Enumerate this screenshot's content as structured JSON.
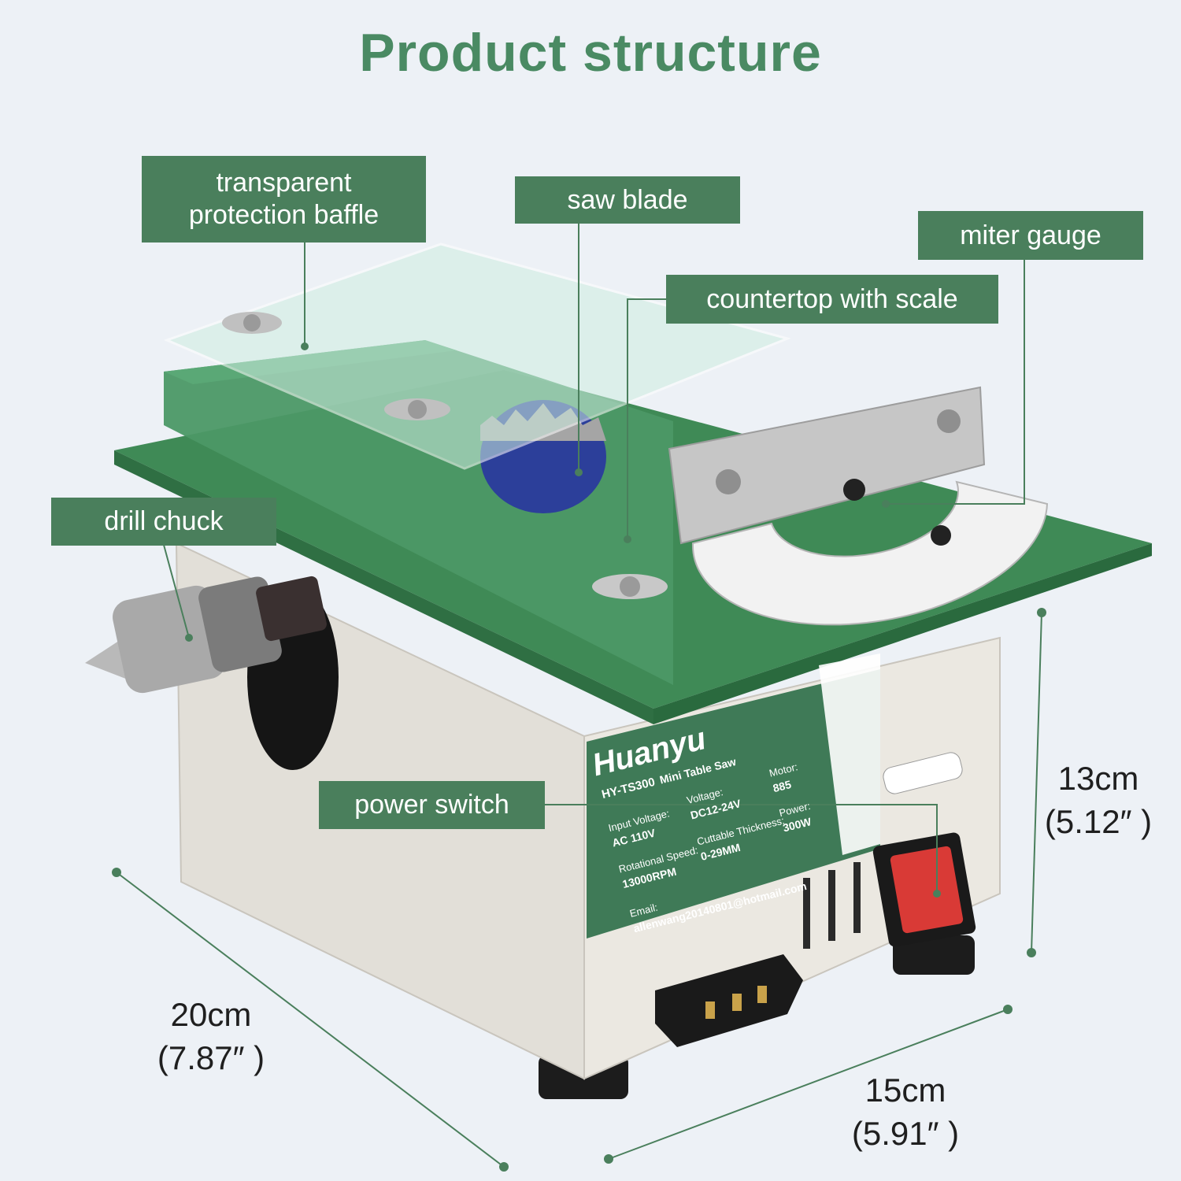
{
  "title": "Product structure",
  "callouts": {
    "baffle": "transparent\nprotection baffle",
    "saw_blade": "saw blade",
    "miter_gauge": "miter gauge",
    "countertop": "countertop with scale",
    "drill_chuck": "drill chuck",
    "power_switch": "power switch"
  },
  "dimensions": {
    "depth_cm": "20cm",
    "depth_in": "(7.87″ )",
    "width_cm": "15cm",
    "width_in": "(5.91″ )",
    "height_cm": "13cm",
    "height_in": "(5.12″ )"
  },
  "label_plate": {
    "brand": "Huanyu",
    "model": "HY-TS300",
    "product": "Mini Table Saw",
    "input_voltage_label": "Input Voltage:",
    "input_voltage": "AC 110V",
    "voltage_label": "Voltage:",
    "voltage": "DC12-24V",
    "motor_label": "Motor:",
    "motor": "885",
    "speed_label": "Rotational Speed:",
    "speed": "13000RPM",
    "thickness_label": "Cuttable Thickness:",
    "thickness": "0-29MM",
    "power_label": "Power:",
    "power": "300W",
    "email_label": "Email:",
    "email": "allenwang20140801@hotmail.com"
  },
  "colors": {
    "accent": "#4a7f5c",
    "title": "#4a8a63",
    "table_green": "#3f8a56",
    "body_grey": "#e6e3dc",
    "switch_red": "#d93a36",
    "background": "#edf1f6"
  }
}
